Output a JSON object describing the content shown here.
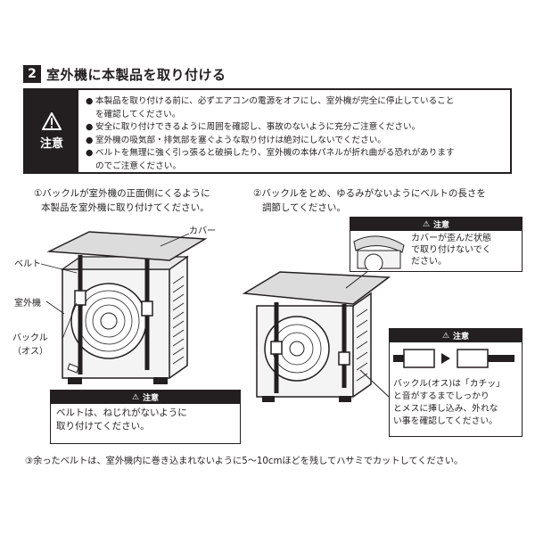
{
  "section": {
    "number": "2",
    "title": "室外機に本製品を取り付ける"
  },
  "warning": {
    "label": "注意",
    "items": [
      "本製品を取り付ける前に、必ずエアコンの電源をオフにし、室外機が完全に停止していること",
      "を確認してください。",
      "安全に取り付けできるように周囲を確認し、事故のないように充分ご注意ください。",
      "室外機の吸気部・排気部を塞ぐような取り付けは絶対にしないでください。",
      "ベルトを無理に強く引っ張ると破損したり、室外機の本体パネルが折れ曲がる恐れがあります",
      "のでご注意ください。"
    ]
  },
  "step1": {
    "line1": "①バックルが室外機の正面側にくるように",
    "line2": "本製品を室外機に取り付けてください。",
    "labels": {
      "cover": "カバー",
      "belt": "ベルト",
      "unit": "室外機",
      "buckle1": "バックル",
      "buckle2": "（オス）"
    },
    "caution": {
      "title": "注意",
      "line1": "ベルトは、ねじれがないように",
      "line2": "取り付けてください。"
    }
  },
  "step2": {
    "line1": "②バックルをとめ、ゆるみがないようにベルトの長さを",
    "line2": "調節してください。",
    "caution_top": {
      "title": "注意",
      "line1": "カバーが歪んだ状態",
      "line2": "で取り付けないでく",
      "line3": "ださい。"
    },
    "caution_bottom": {
      "title": "注意",
      "line1": "バックル(オス)は「カチッ」",
      "line2": "と音がするまでしっかり",
      "line3": "とメスに挿し込み、外れな",
      "line4": "い事を確認してください。"
    }
  },
  "step3": {
    "text": "③余ったベルトは、室外機内に巻き込まれないように5～10cmほどを残してハサミでカットしてください。"
  },
  "colors": {
    "ink": "#231f20",
    "cover": "#dcdcdc",
    "unit": "#f4f4f4"
  }
}
